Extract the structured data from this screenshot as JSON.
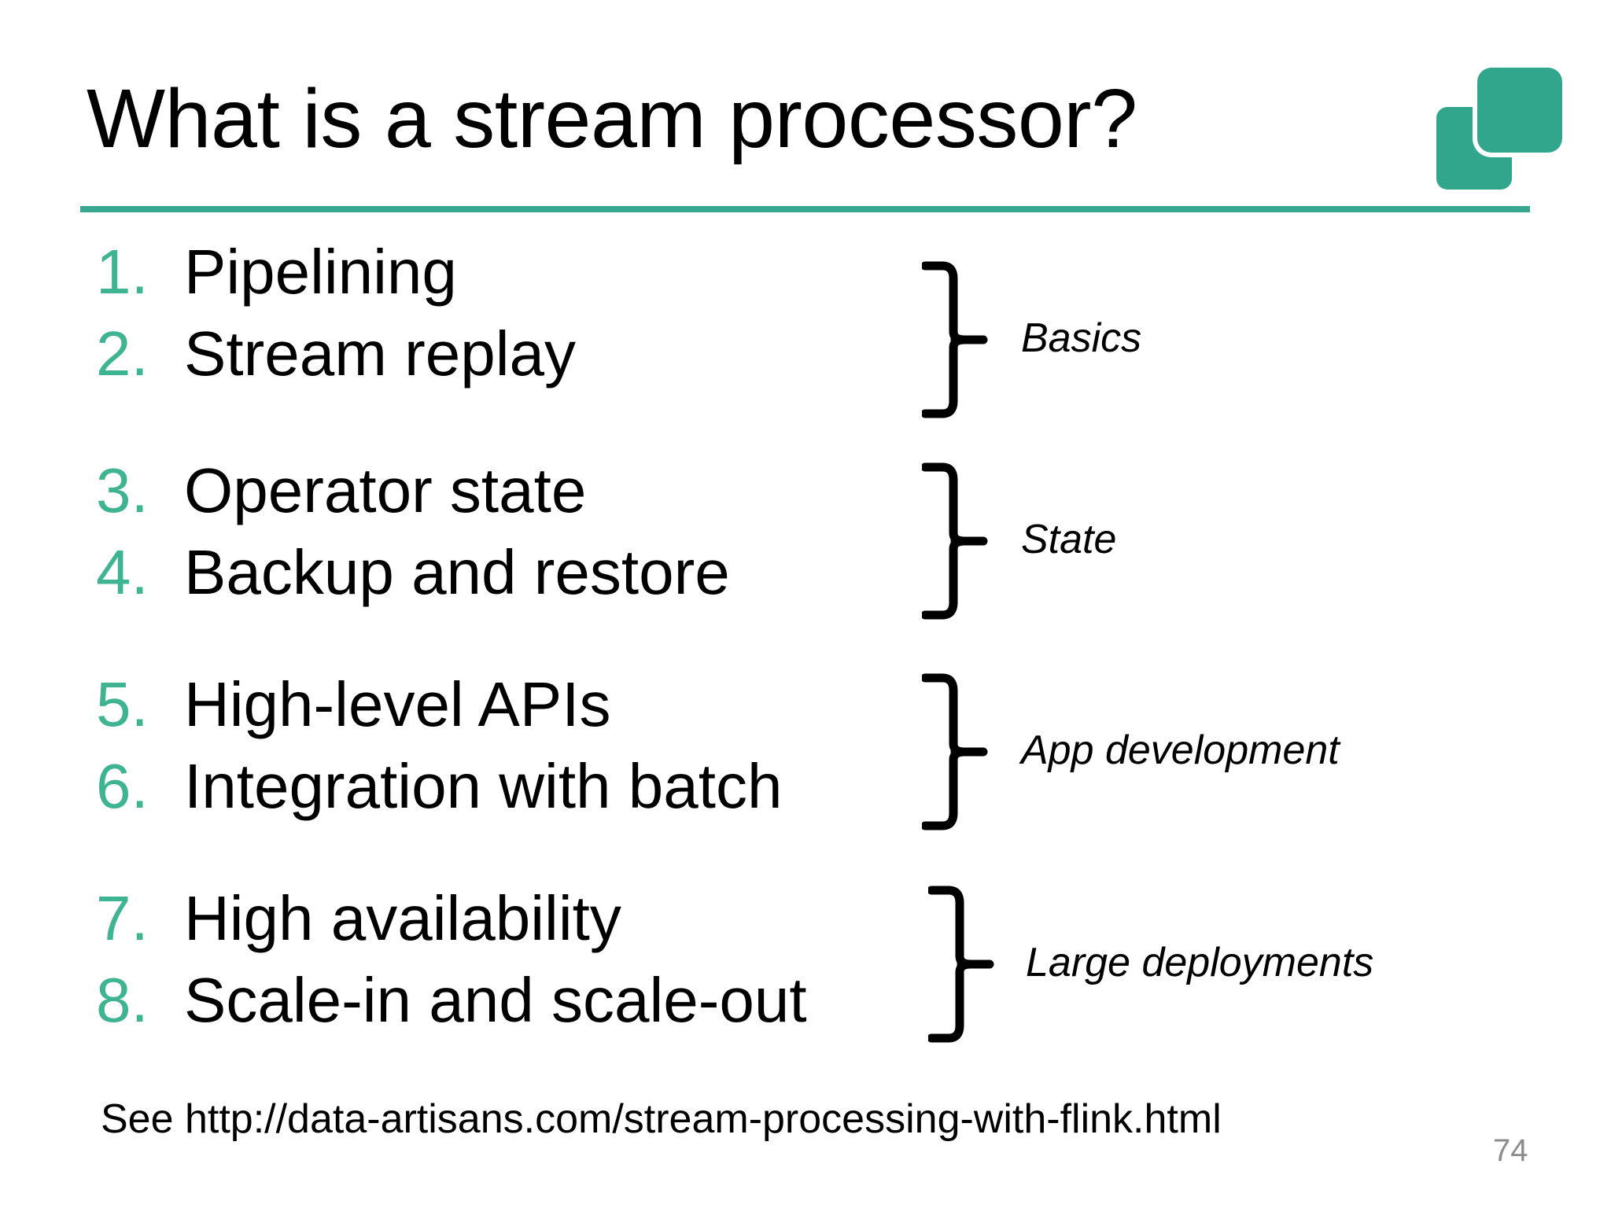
{
  "slide": {
    "title": "What is a stream processor?",
    "page_number": "74",
    "accent_color": "#3eb492",
    "rule_color": "#37a88f",
    "logo_color": "#31a68d",
    "text_color": "#000000",
    "page_number_color": "#8c8c8c",
    "background_color": "#ffffff"
  },
  "logo": {
    "name": "data-artisans-logo",
    "shape": "two-overlapping-rounded-squares"
  },
  "groups": [
    {
      "label": "Basics",
      "items": [
        {
          "number": "1.",
          "text": "Pipelining"
        },
        {
          "number": "2.",
          "text": "Stream replay"
        }
      ]
    },
    {
      "label": "State",
      "items": [
        {
          "number": "3.",
          "text": "Operator state"
        },
        {
          "number": "4.",
          "text": "Backup and restore"
        }
      ]
    },
    {
      "label": "App development",
      "items": [
        {
          "number": "5.",
          "text": "High-level APIs"
        },
        {
          "number": "6.",
          "text": "Integration with batch"
        }
      ]
    },
    {
      "label": "Large deployments",
      "items": [
        {
          "number": "7.",
          "text": "High availability"
        },
        {
          "number": "8.",
          "text": "Scale-in and scale-out"
        }
      ]
    }
  ],
  "footer": {
    "note": "See http://data-artisans.com/stream-processing-with-flink.html"
  }
}
